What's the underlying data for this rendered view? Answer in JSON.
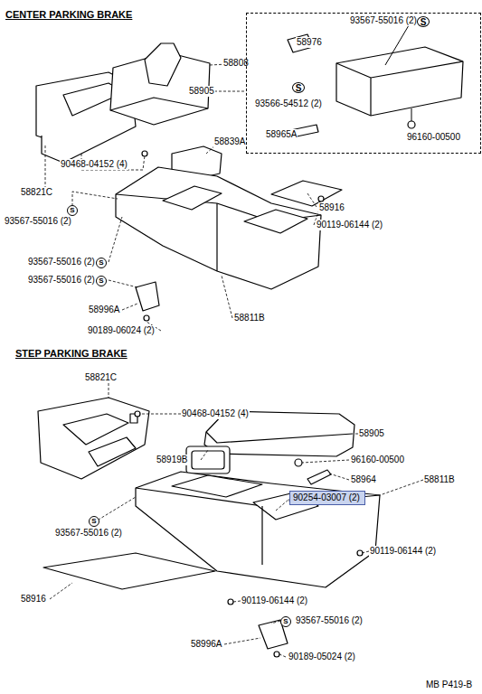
{
  "diagram": {
    "nodes": [
      {
        "text": [
          "93567-55016 (2)",
          "S",
          "58976",
          "S",
          "93566-54512 (2)",
          "58965A",
          "96160-00500"
        ]
      },
      {
        "text": [
          "90254-03007 (2)"
        ]
      }
    ],
    "labels": [
      "CENTER PARKING BRAKE",
      "58808",
      "58905",
      "58839A",
      "90468-04152 (4)",
      "58821C",
      "S",
      "93567-55016 (2)",
      "58916",
      "90119-06144 (2)",
      "93567-55016 (2)",
      "S",
      "93567-55016 (2)",
      "S",
      "58996A",
      "90189-06024 (2)",
      "58811B",
      "STEP PARKING BRAKE",
      "58821C",
      "90468-04152 (4)",
      "58905",
      "58919B",
      "96160-00500",
      "58964",
      "58811B",
      "S",
      "93567-55016 (2)",
      "90119-06144 (2)",
      "58916",
      "90119-06144 (2)",
      "S",
      "93567-55016 (2)",
      "58996A",
      "90189-05024 (2)",
      "MB P419-B"
    ]
  }
}
